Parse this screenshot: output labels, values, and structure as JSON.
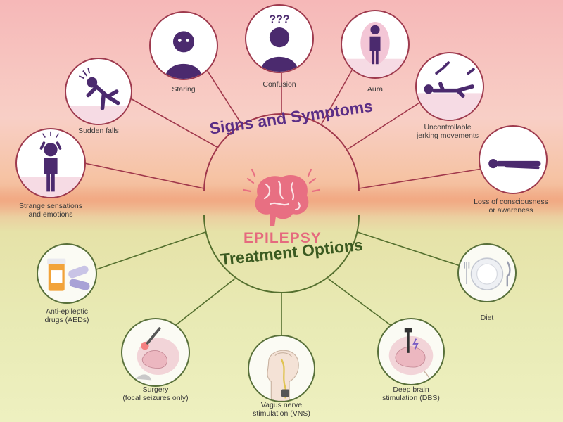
{
  "center": {
    "signs_title": "Signs and Symptoms",
    "treatment_title": "Treatment Options",
    "condition": "EPILEPSY"
  },
  "symptoms": [
    {
      "label": "Strange sensations\nand emotions",
      "icon": "head-clutch-person-icon"
    },
    {
      "label": "Sudden falls",
      "icon": "falling-person-icon"
    },
    {
      "label": "Staring",
      "icon": "staring-face-icon"
    },
    {
      "label": "Confusion",
      "icon": "confused-person-icon"
    },
    {
      "label": "Aura",
      "icon": "aura-person-icon"
    },
    {
      "label": "Uncontrollable\njerking movements",
      "icon": "jerking-person-icon"
    },
    {
      "label": "Loss of consciousness\nor awareness",
      "icon": "lying-person-icon"
    }
  ],
  "treatments": [
    {
      "label": "Anti-epileptic\ndrugs (AEDs)",
      "icon": "pill-bottle-icon"
    },
    {
      "label": "Surgery\n(focal seizures only)",
      "icon": "brain-surgery-icon"
    },
    {
      "label": "Vagus nerve\nstimulation (VNS)",
      "icon": "vagus-nerve-icon"
    },
    {
      "label": "Deep brain\nstimulation (DBS)",
      "icon": "deep-brain-icon"
    },
    {
      "label": "Diet",
      "icon": "plate-icon"
    }
  ],
  "colors": {
    "symptom_line": "#a0374b",
    "treatment_line": "#55702f",
    "symptom_title": "#5b2e86",
    "treatment_title": "#3b5a21",
    "brain": "#e86f82",
    "figure_purple": "#4b2a6e"
  }
}
